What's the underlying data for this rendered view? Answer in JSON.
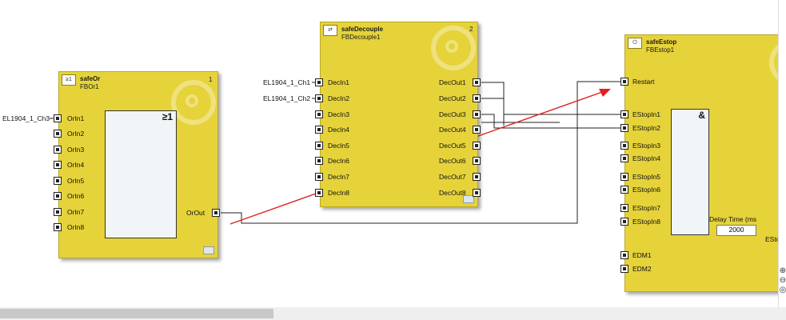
{
  "blocks": {
    "or": {
      "type": "safeOr",
      "instance": "FBOr1",
      "number": "1",
      "operator": "≥1",
      "inputs": [
        "OrIn1",
        "OrIn2",
        "OrIn3",
        "OrIn4",
        "OrIn5",
        "OrIn6",
        "OrIn7",
        "OrIn8"
      ],
      "output": "OrOut",
      "external_input": "EL1904_1_Ch3"
    },
    "decouple": {
      "type": "safeDecouple",
      "instance": "FBDecouple1",
      "number": "2",
      "inputs": [
        "DecIn1",
        "DecIn2",
        "DecIn3",
        "DecIn4",
        "DecIn5",
        "DecIn6",
        "DecIn7",
        "DecIn8"
      ],
      "outputs": [
        "DecOut1",
        "DecOut2",
        "DecOut3",
        "DecOut4",
        "DecOut5",
        "DecOut6",
        "DecOut7",
        "DecOut8"
      ],
      "external_inputs": [
        "EL1904_1_Ch1",
        "EL1904_1_Ch2"
      ]
    },
    "estop": {
      "type": "safeEstop",
      "instance": "FBEstop1",
      "operator": "&",
      "restart": "Restart",
      "inputs": [
        "EStopIn1",
        "EStopIn2",
        "EStopIn3",
        "EStopIn4",
        "EStopIn5",
        "EStopIn6",
        "EStopIn7",
        "EStopIn8"
      ],
      "edm": [
        "EDM1",
        "EDM2"
      ],
      "delay_label": "Delay Time (ms",
      "delay_value": "2000",
      "output_partial": "ESto"
    }
  },
  "colors": {
    "block": "#e6d33a",
    "wire": "#222222",
    "arrow": "#e02020"
  },
  "icons": {
    "block": "function-block-icon",
    "watermark": "gear-watermark-icon",
    "pin": "pin-connector-icon"
  }
}
